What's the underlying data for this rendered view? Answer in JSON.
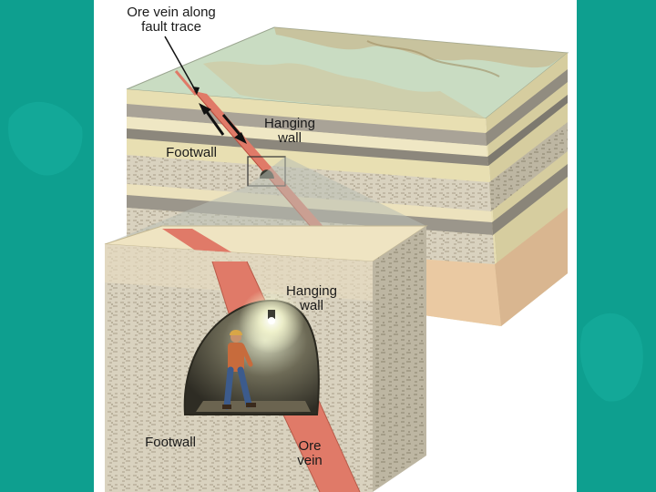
{
  "slide": {
    "background_color": "#0e9f8f",
    "panel_color": "#ffffff"
  },
  "diagram": {
    "labels": {
      "ore_vein_along_fault_trace": "Ore vein along\nfault trace",
      "hanging_wall_top": "Hanging\nwall",
      "footwall_top": "Footwall",
      "hanging_wall_inset": "Hanging\nwall",
      "footwall_inset": "Footwall",
      "ore_vein": "Ore\nvein"
    },
    "colors": {
      "ore_vein": "#e07a68",
      "rock_layer_tan": "#e9dfb0",
      "rock_layer_gray": "#9a9488",
      "rock_texture": "#c9c2ad",
      "terrain_green": "#b9d6b8"
    }
  }
}
